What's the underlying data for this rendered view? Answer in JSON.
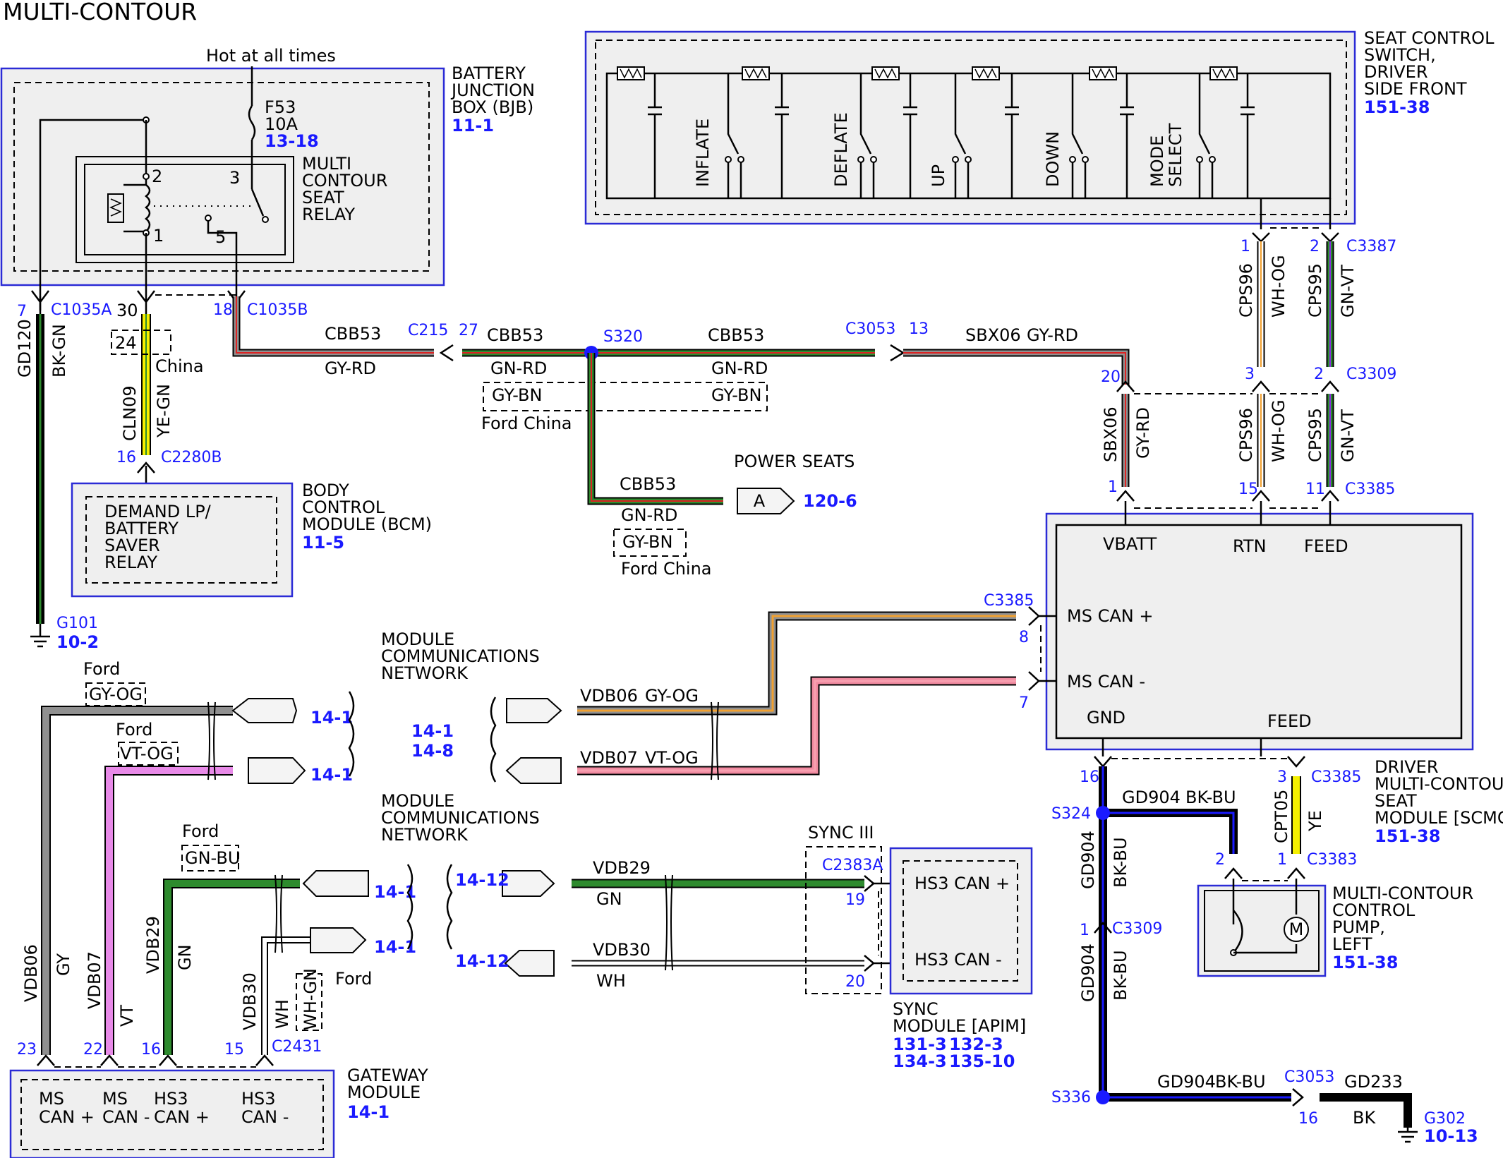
{
  "title": "MULTI-CONTOUR",
  "colors": {
    "blue_ref": "#1a1aff",
    "box_outline": "#2b2bd6",
    "box_fill": "#efefef"
  },
  "bjb": {
    "hot": "Hot at all times",
    "name": [
      "BATTERY",
      "JUNCTION",
      "BOX (BJB)"
    ],
    "ref": "11-1",
    "fuse": "F53",
    "amps": "10A",
    "fuse_ref": "13-18",
    "relay": [
      "MULTI",
      "CONTOUR",
      "SEAT",
      "RELAY"
    ],
    "p2": "2",
    "p3": "3",
    "p1": "1",
    "p5": "5"
  },
  "c1035a": {
    "pin": "7",
    "name": "C1035A"
  },
  "c1035b": {
    "pin": "18",
    "name": "C1035B"
  },
  "pin30": "30",
  "pin24": "24",
  "china": "China",
  "gd120": "GD120",
  "bkgn": "BK-GN",
  "cln09": "CLN09",
  "yegn": "YE-GN",
  "c2280b": {
    "pin": "16",
    "name": "C2280B"
  },
  "bcm": {
    "inner": [
      "DEMAND LP/",
      "BATTERY",
      "SAVER",
      "RELAY"
    ],
    "name": [
      "BODY",
      "CONTROL",
      "MODULE (BCM)"
    ],
    "ref": "11-5"
  },
  "g101": {
    "name": "G101",
    "ref": "10-2"
  },
  "cbb53": "CBB53",
  "gyrd": "GY-RD",
  "gnrd": "GN-RD",
  "gybn": "GY-BN",
  "c215": "C215",
  "pin27": "27",
  "s320": "S320",
  "c3053": "C3053",
  "pin13": "13",
  "sbx06": "SBX06",
  "ford_china": "Ford China",
  "power_seats": "POWER SEATS",
  "conn_a": "A",
  "ps_ref": "120-6",
  "switch": {
    "name": [
      "SEAT CONTROL",
      "SWITCH,",
      "DRIVER",
      "SIDE FRONT"
    ],
    "ref": "151-38",
    "inflate": "INFLATE",
    "deflate": "DEFLATE",
    "up": "UP",
    "down": "DOWN",
    "mode": "MODE",
    "select": "SELECT"
  },
  "c3387": "C3387",
  "c3309": "C3309",
  "c3385": "C3385",
  "cps96": "CPS96",
  "whog": "WH-OG",
  "cps95": "CPS95",
  "gnvt": "GN-VT",
  "n1": "1",
  "n2": "2",
  "n3": "3",
  "n11": "11",
  "n15": "15",
  "n20": "20",
  "n8": "8",
  "n7": "7",
  "n16": "16",
  "n19": "19",
  "scmg": {
    "vbatt": "VBATT",
    "rtn": "RTN",
    "feed": "FEED",
    "mscanp": "MS CAN +",
    "mscann": "MS CAN -",
    "gnd": "GND",
    "name": [
      "DRIVER",
      "MULTI-CONTOUR",
      "SEAT",
      "MODULE [SCMG]"
    ],
    "ref": "151-38"
  },
  "mcn": [
    "MODULE",
    "COMMUNICATIONS",
    "NETWORK"
  ],
  "ref141": "14-1",
  "ref148": "14-8",
  "ref1412": "14-12",
  "vdb06": "VDB06",
  "gyog": "GY-OG",
  "vdb07": "VDB07",
  "vtog": "VT-OG",
  "vdb29": "VDB29",
  "gn": "GN",
  "vdb30": "VDB30",
  "wh": "WH",
  "gy": "GY",
  "vt": "VT",
  "gnbu": "GN-BU",
  "whgn": "WH-GN",
  "ford": "Ford",
  "gd904": "GD904",
  "bkbu": "BK-BU",
  "s324": "S324",
  "s336": "S336",
  "cpt05": "CPT05",
  "ye": "YE",
  "c3383": "C3383",
  "pump": {
    "name": [
      "MULTI-CONTOUR",
      "CONTROL",
      "PUMP,",
      "LEFT"
    ],
    "ref": "151-38",
    "m": "M"
  },
  "gd233": "GD233",
  "bk": "BK",
  "g302": {
    "name": "G302",
    "ref": "10-13"
  },
  "sync": {
    "label": "SYNC III",
    "c2383a": "C2383A",
    "hs3p": "HS3 CAN +",
    "hs3n": "HS3 CAN -",
    "name": [
      "SYNC",
      "MODULE [APIM]"
    ],
    "refs1": [
      "131-3",
      "132-3"
    ],
    "refs2": [
      "134-3",
      "135-10"
    ]
  },
  "gw": {
    "name": [
      "GATEWAY",
      "MODULE"
    ],
    "ref": "14-1",
    "c2431": "C2431",
    "p23": "23",
    "p22": "22",
    "p16": "16",
    "p15": "15",
    "ms1": "MS",
    "can1": "CAN +",
    "ms2": "MS",
    "can2": "CAN -",
    "hs1": "HS3",
    "can3": "CAN +",
    "hs2": "HS3",
    "can4": "CAN -"
  }
}
